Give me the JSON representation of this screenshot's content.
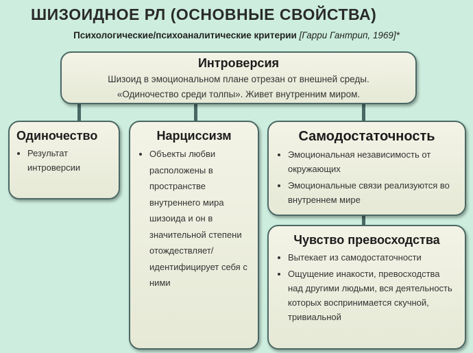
{
  "title": "ШИЗОИДНОЕ РЛ (ОСНОВНЫЕ СВОЙСТВА)",
  "subtitle": {
    "main": "Психологические/психоаналитические критерии",
    "cite": "[Гарри Гантрип, 1969]*"
  },
  "intro": {
    "heading": "Интроверсия",
    "lines": [
      "Шизоид в эмоциональном плане отрезан от внешней среды.",
      "«Одиночество среди толпы». Живет внутренним миром."
    ]
  },
  "boxes": [
    {
      "heading": "Одиночество",
      "items": [
        "Результат интроверсии"
      ]
    },
    {
      "heading": "Нарциссизм",
      "items": [
        "Объекты любви расположены в пространстве внутреннего мира шизоида и он в значительной степени отождествляет/ идентифицирует себя с ними"
      ]
    },
    {
      "heading": "Самодостаточность",
      "items": [
        "Эмоциональная независимость от окружающих",
        "Эмоциональные связи реализуются во внутреннем мире"
      ]
    },
    {
      "heading": "Чувство превосходства",
      "items": [
        "Вытекает из самодостаточности",
        "Ощущение инакости, превосходства над другими людьми, вся деятельность которых воспринимается скучной, тривиальной"
      ]
    }
  ]
}
